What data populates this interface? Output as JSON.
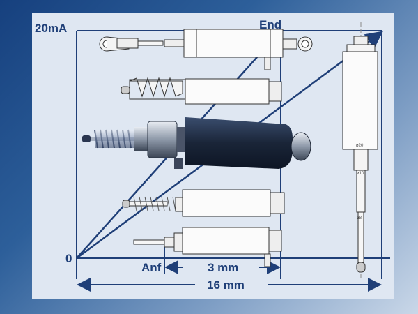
{
  "labels": {
    "y_max": "20mA",
    "y_min": "0",
    "end": "End",
    "anf": "Anf",
    "stroke_short": "3 mm",
    "stroke_long": "16 mm"
  },
  "dimensions": {
    "d20": "ø20",
    "d10": "ø10",
    "d8": "ø8"
  },
  "colors": {
    "line": "#1f3f78",
    "panel": "#dfe7f2"
  }
}
